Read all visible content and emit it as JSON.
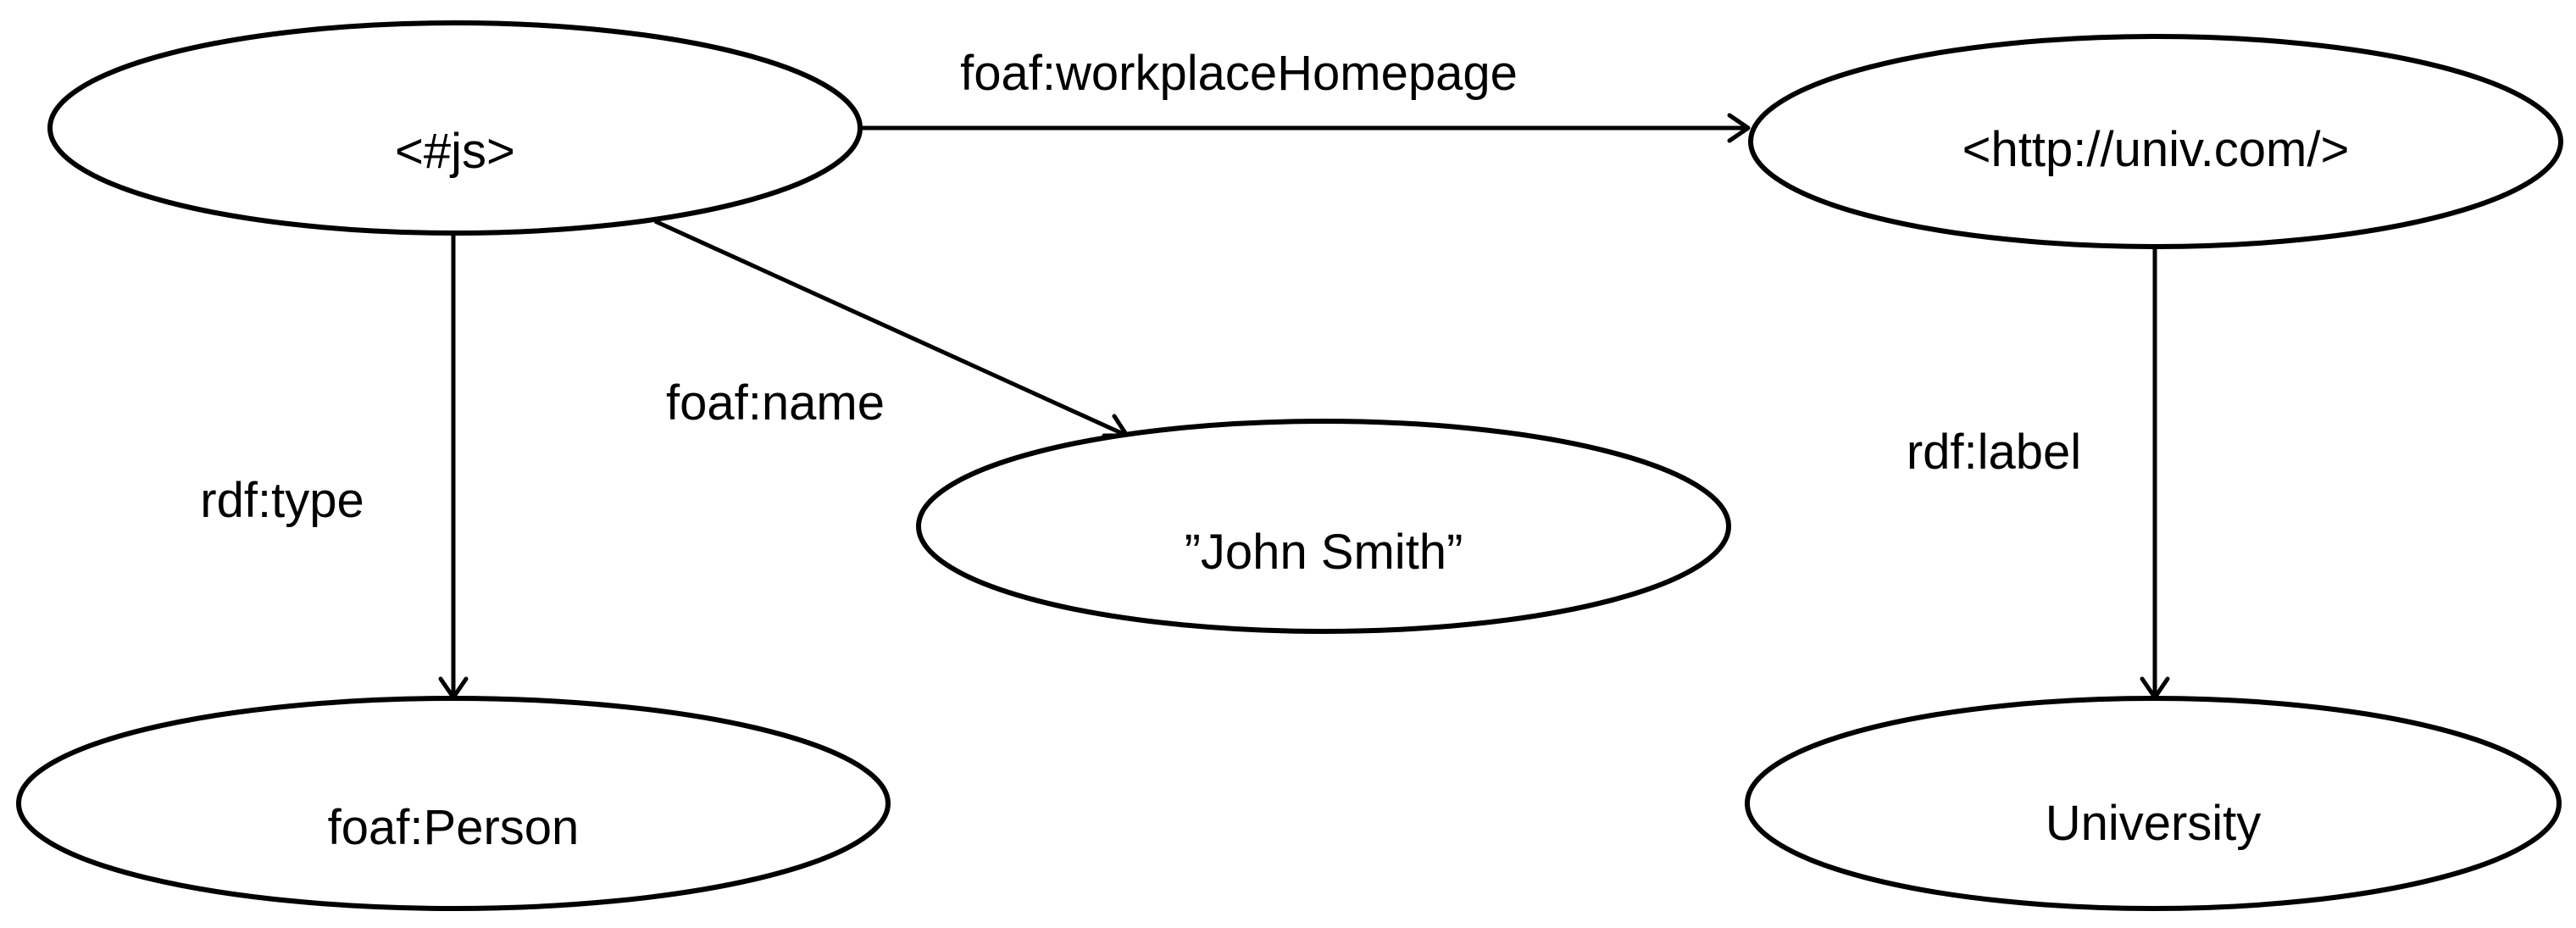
{
  "diagram": {
    "nodes": {
      "js": {
        "label": "<#js>"
      },
      "univ": {
        "label": "<http://univ.com/>"
      },
      "john": {
        "label": "”John Smith”"
      },
      "person": {
        "label": "foaf:Person"
      },
      "university": {
        "label": "University"
      }
    },
    "edges": {
      "workplace": {
        "label": "foaf:workplaceHomepage"
      },
      "name": {
        "label": "foaf:name"
      },
      "type": {
        "label": "rdf:type"
      },
      "label": {
        "label": "rdf:label"
      }
    },
    "colors": {
      "stroke": "#000000",
      "background": "#ffffff"
    }
  }
}
